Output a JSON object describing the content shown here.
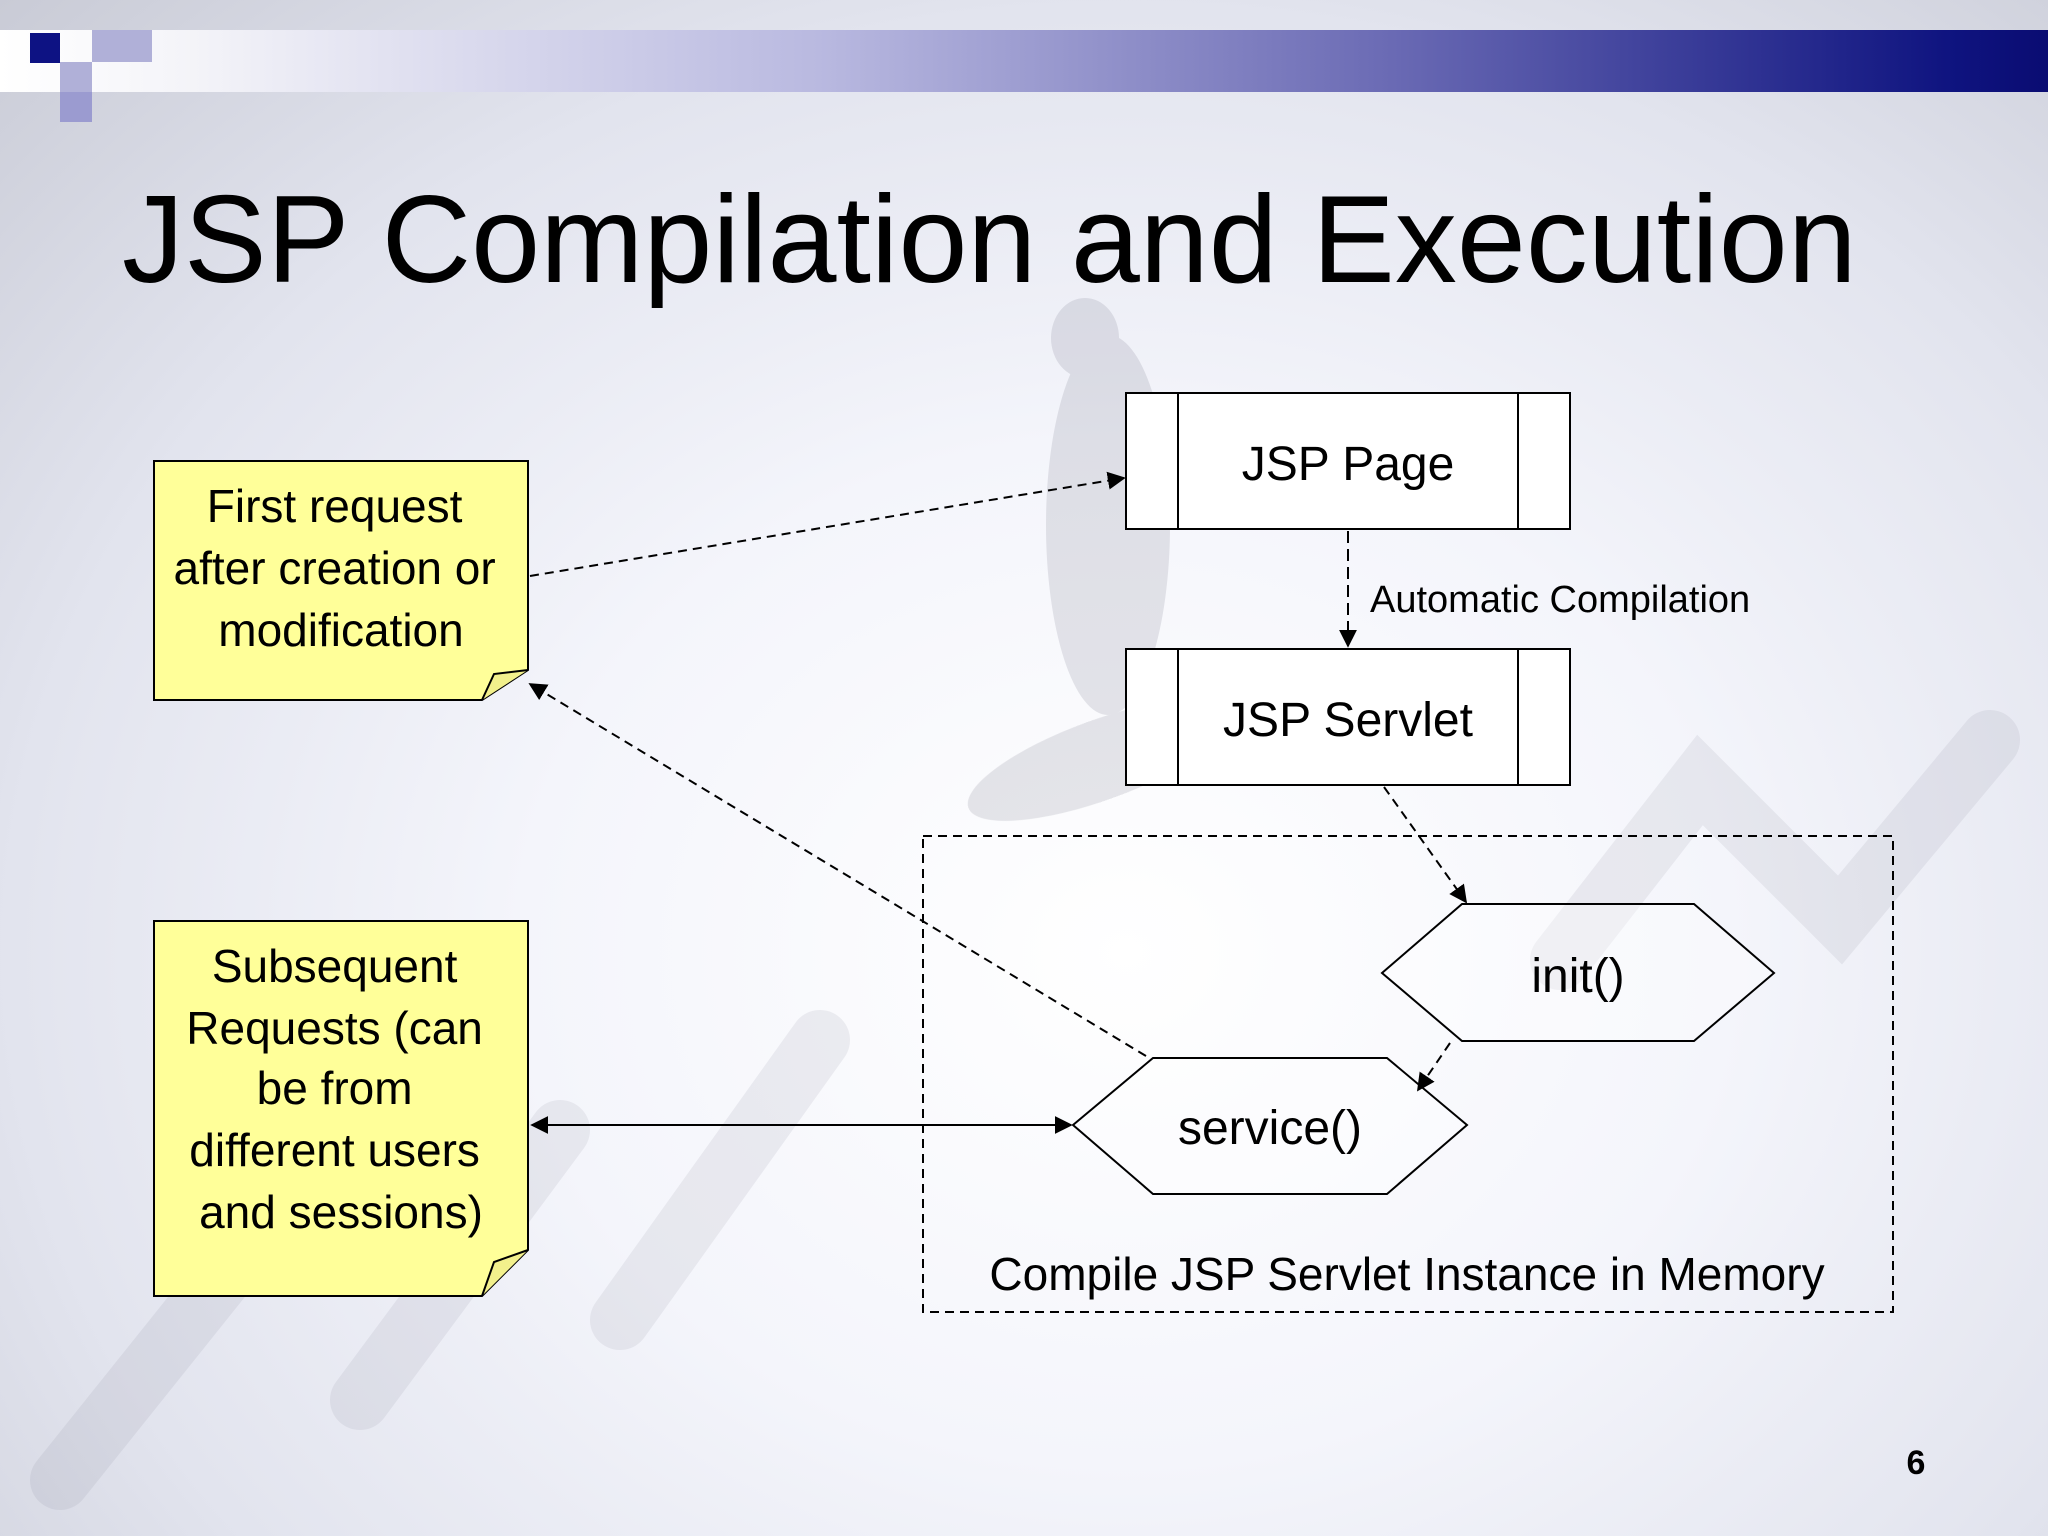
{
  "slide": {
    "title": "JSP Compilation and Execution",
    "page_number": "6"
  },
  "notes": {
    "first_request": [
      "First request",
      "after creation or",
      "modification"
    ],
    "subsequent_requests": [
      "Subsequent",
      "Requests (can",
      "be from",
      "different users",
      "and sessions)"
    ]
  },
  "nodes": {
    "jsp_page": "JSP Page",
    "jsp_servlet": "JSP Servlet",
    "init": "init()",
    "service": "service()"
  },
  "edges": {
    "compile_label": "Automatic Compilation"
  },
  "container": {
    "label": "Compile JSP Servlet Instance in Memory"
  },
  "colors": {
    "note_fill": "#ffff99",
    "banner_dark": "#0a0c72",
    "square_dark": "#0d1283",
    "square_light": "#9b9bd0"
  }
}
